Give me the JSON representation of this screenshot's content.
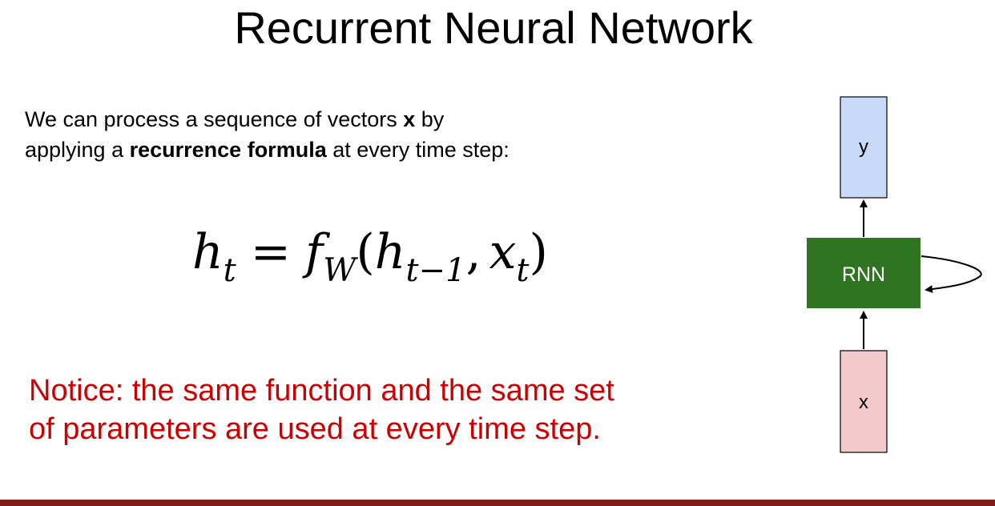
{
  "slide": {
    "title": "Recurrent Neural Network",
    "intro": {
      "line1_pre": "We can process a sequence of vectors ",
      "line1_bold": "x",
      "line1_post": " by",
      "line2_pre": "applying a ",
      "line2_bold": "recurrence formula",
      "line2_post": " at every time step:"
    },
    "formula": {
      "lhs_var": "h",
      "lhs_sub": "t",
      "equals": "=",
      "func": "f",
      "func_sub": "W",
      "open": "(",
      "arg1_var": "h",
      "arg1_sub": "t−1",
      "comma": ",",
      "arg2_var": "x",
      "arg2_sub": "t",
      "close": ")"
    },
    "notice": {
      "line1": "Notice: the same function and the same set",
      "line2": "of parameters are used at every time step."
    }
  },
  "diagram": {
    "output_label": "y",
    "rnn_label": "RNN",
    "input_label": "x",
    "colors": {
      "output_fill": "#c9d9f8",
      "rnn_fill": "#2f7421",
      "input_fill": "#f3c9cb",
      "stroke": "#000000",
      "rnn_text": "#ffffff"
    }
  },
  "theme": {
    "notice_color": "#cc0000",
    "bottom_bar_color": "#7f1c1c"
  }
}
